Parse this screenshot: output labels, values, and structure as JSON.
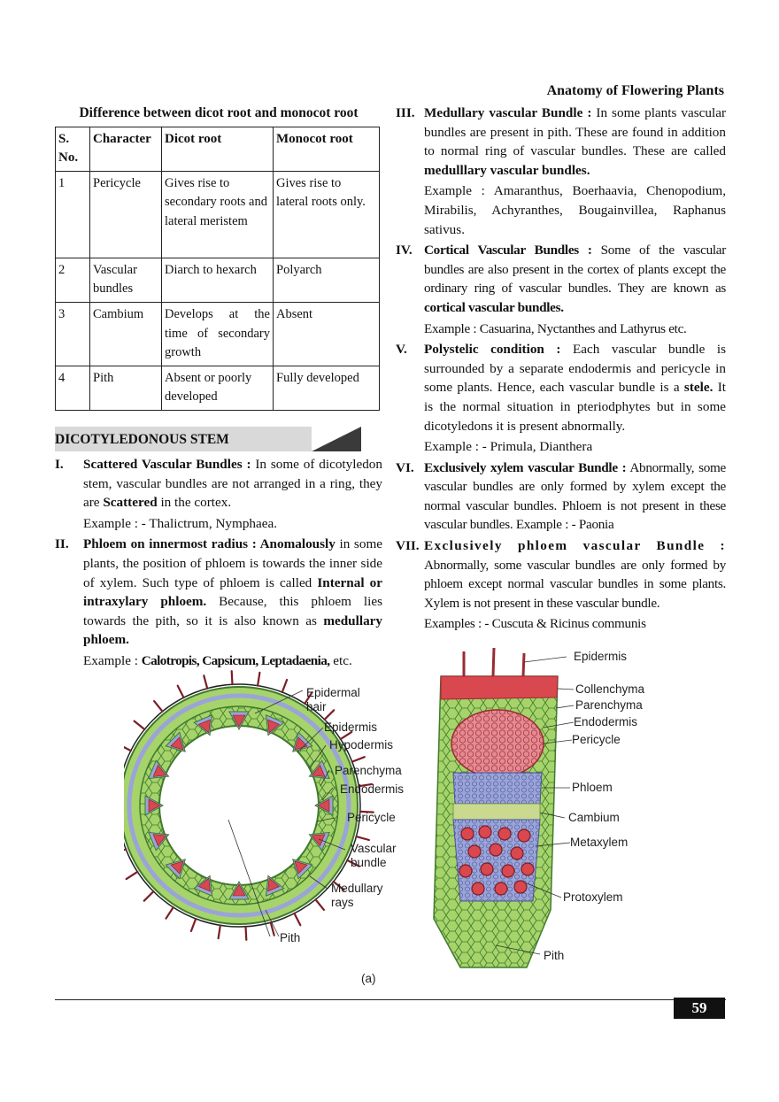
{
  "header": {
    "running_title": "Anatomy of Flowering Plants"
  },
  "table": {
    "title": "Difference between dicot root and monocot root",
    "headers": [
      "S. No.",
      "Character",
      "Dicot root",
      "Monocot root"
    ],
    "rows": [
      [
        "1",
        "Pericycle",
        "Gives rise to secondary roots and lateral meristem",
        "Gives rise to lateral roots only."
      ],
      [
        "2",
        "Vascular bundles",
        "Diarch to hexarch",
        "Polyarch"
      ],
      [
        "3",
        "Cambium",
        "Develops at the time of secondary growth",
        "Absent"
      ],
      [
        "4",
        "Pith",
        "Absent or poorly developed",
        "Fully developed"
      ]
    ]
  },
  "section": {
    "heading": "DICOTYLEDONOUS STEM"
  },
  "items": {
    "i1": {
      "num": "I.",
      "title": "Scattered Vascular Bundles :",
      "t1": " In some of dicotyledon stem, vascular bundles are not arranged in a ring, they are ",
      "b1": "Scattered",
      "t2": " in the cortex.",
      "example": "Example : - Thalictrum, Nymphaea."
    },
    "i2": {
      "num": "II.",
      "title": "Phloem on innermost radius : Anomalously",
      "t1": " in some plants, the position of phloem is towards the inner side of xylem. Such type of phloem is called ",
      "b1": "Internal or intraxylary phloem.",
      "t2": " Because, this phloem lies towards the pith, so it is also known as ",
      "b2": "medullary phloem.",
      "ex_label": "Example : ",
      "ex_bold": "Calotropis, Capsicum, Leptadaenia,",
      "ex_tail": " etc."
    },
    "i3": {
      "num": "III.",
      "title": "Medullary vascular Bundle :",
      "t1": " In some plants vascular bundles are present in pith. These are found in addition to normal ring of vascular bundles. These are called ",
      "b1": "medulllary vascular bundles.",
      "example": "Example : Amaranthus, Boerhaavia, Chenopodium, Mirabilis, Achyranthes, Bougainvillea, Raphanus sativus."
    },
    "i4": {
      "num": "IV.",
      "title": "Cortical Vascular Bundles :",
      "t1": " Some of the vascular bundles are also present in the cortex of plants except the ordinary ring of vascular bundles. They are known as ",
      "b1": "cortical vascular bundles.",
      "example": "Example : Casuarina, Nyctanthes and Lathyrus etc."
    },
    "i5": {
      "num": "V.",
      "title": "Polystelic condition :",
      "t1": " Each vascular bundle is surrounded by a separate endodermis and pericycle in some plants. Hence, each vascular bundle is a ",
      "b1": "stele.",
      "t2": " It is the normal situation in pteriodphytes but in some dicotyledons it is present abnormally.",
      "example": "Example : - Primula, Dianthera"
    },
    "i6": {
      "num": "VI.",
      "title": "Exclusively xylem vascular Bundle :",
      "t1": " Abnormally, some vascular bundles are only formed by xylem except the normal vascular bundles. Phloem is not present in these vascular bundles. Example : - Paonia"
    },
    "i7": {
      "num": "VII.",
      "title": "Exclusively phloem vascular Bundle :",
      "t1": " Abnormally, some vascular bundles are only formed by phloem except normal vascular bundles in some plants. Xylem is not present in these vascular bundle.",
      "example": "Examples : - Cuscuta & Ricinus communis"
    }
  },
  "figure": {
    "left_labels": [
      "Epidermal",
      "hair",
      "Epidermis",
      "Hypodermis",
      "Parenchyma",
      "Endodermis",
      "Pericycle",
      "Vascular",
      "bundle",
      "Medullary",
      "rays",
      "Pith"
    ],
    "right_labels": [
      "Epidermis",
      "Collenchyma",
      "Parenchyma",
      "Endodermis",
      "Pericycle",
      "Phloem",
      "Cambium",
      "Metaxylem",
      "Protoxylem",
      "Pith"
    ],
    "caption": "(a)"
  },
  "footer": {
    "page_number": "59"
  },
  "colors": {
    "green": "#a6d46a",
    "red": "#d9474f",
    "pink": "#e58a92",
    "blue": "#9aa4d8",
    "dark_green": "#3f7a2e"
  }
}
